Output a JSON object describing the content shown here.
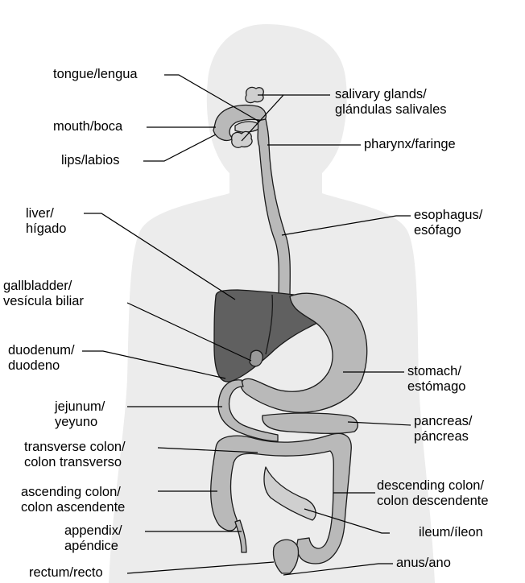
{
  "labels": {
    "tongue": "tongue/lengua",
    "mouth": "mouth/boca",
    "lips": "lips/labios",
    "salivary": [
      "salivary glands/",
      "glándulas salivales"
    ],
    "pharynx": "pharynx/faringe",
    "liver": [
      "liver/",
      "hígado"
    ],
    "esophagus": [
      "esophagus/",
      "esófago"
    ],
    "gallbladder": [
      "gallbladder/",
      "vesícula biliar"
    ],
    "duodenum": [
      "duodenum/",
      "duodeno"
    ],
    "stomach": [
      "stomach/",
      "estómago"
    ],
    "jejunum": [
      "jejunum/",
      "yeyuno"
    ],
    "pancreas": [
      "pancreas/",
      "páncreas"
    ],
    "transverse": [
      "transverse colon/",
      "colon transverso"
    ],
    "ascending": [
      "ascending colon/",
      "colon ascendente"
    ],
    "descending": [
      "descending colon/",
      "colon descendente"
    ],
    "appendix": [
      "appendix/",
      "apéndice"
    ],
    "ileum": "ileum/íleon",
    "rectum": "rectum/recto",
    "anus": "anus/ano"
  },
  "colors": {
    "silhouette": "#ececec",
    "organ_light": "#b9b9b9",
    "organ_dark": "#606060",
    "outline": "#1a1a1a"
  }
}
